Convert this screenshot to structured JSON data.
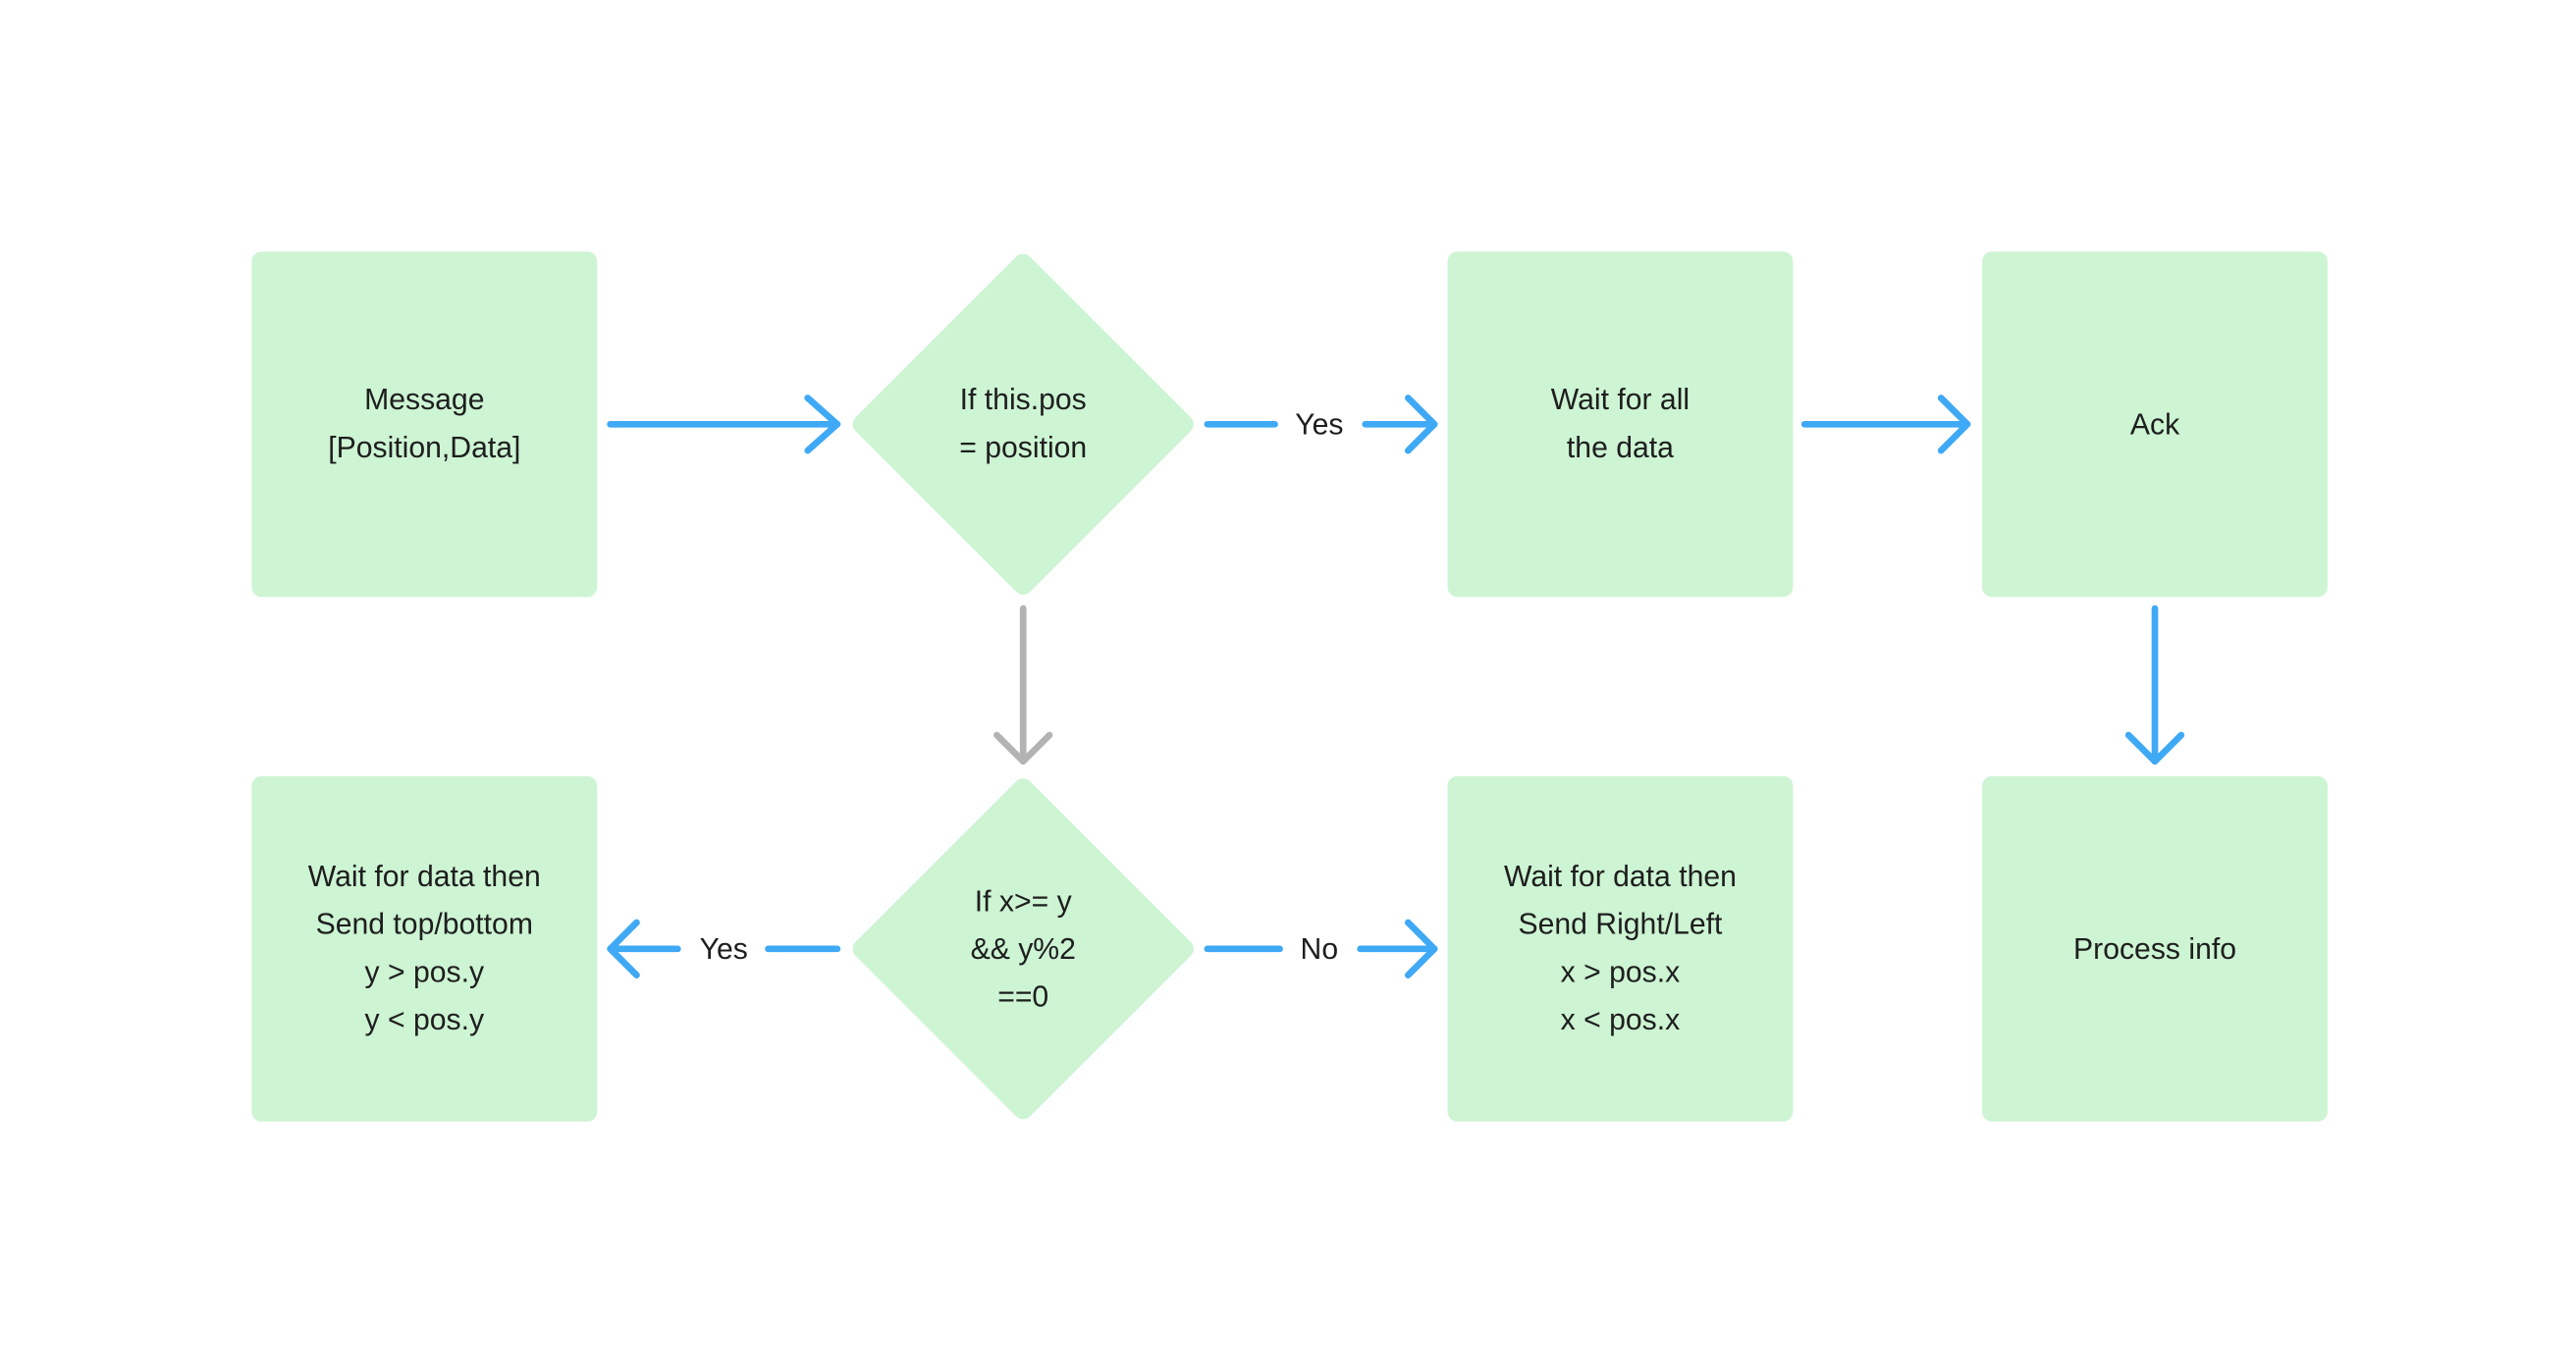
{
  "nodes": {
    "message": {
      "lines": [
        "Message",
        "[Position,Data]"
      ]
    },
    "if_pos": {
      "lines": [
        "If this.pos",
        "= position"
      ]
    },
    "wait_all": {
      "lines": [
        "Wait for all",
        "the data"
      ]
    },
    "ack": {
      "lines": [
        "Ack"
      ]
    },
    "wait_tb": {
      "lines": [
        "Wait for data then",
        "Send top/bottom",
        "y > pos.y",
        "y < pos.y"
      ]
    },
    "if_xy": {
      "lines": [
        "If x>= y",
        "&& y%2",
        "==0"
      ]
    },
    "wait_rl": {
      "lines": [
        "Wait for data then",
        "Send Right/Left",
        "x > pos.x",
        "x < pos.x"
      ]
    },
    "process": {
      "lines": [
        "Process info"
      ]
    }
  },
  "edge_labels": {
    "yes_top": "Yes",
    "yes_bottom": "Yes",
    "no_bottom": "No"
  },
  "colors": {
    "node_fill": "#cdf4d3",
    "arrow_blue": "#3fa9f5",
    "arrow_gray": "#b3b3b3",
    "text": "#1e1e1e"
  }
}
